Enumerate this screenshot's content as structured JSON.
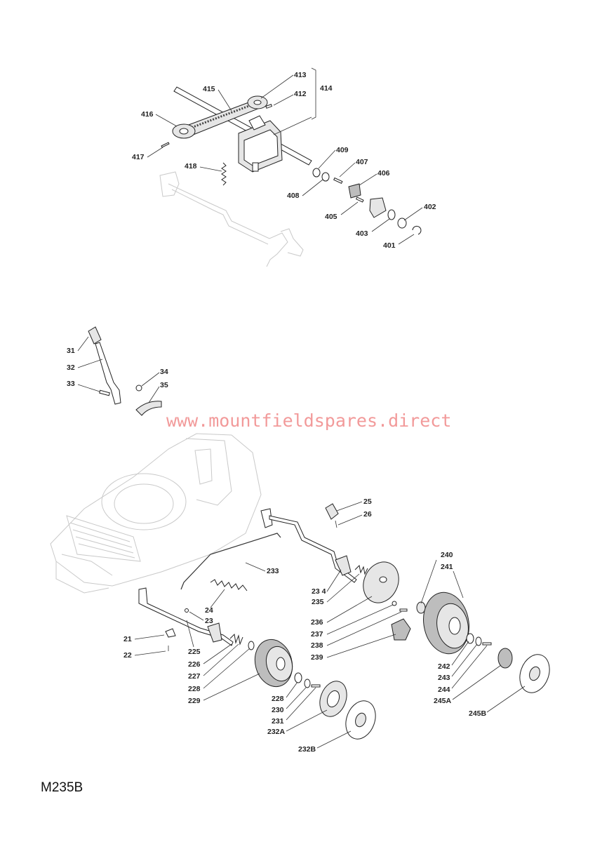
{
  "diagram_code": "M235B",
  "watermark": "www.mountfieldspares.direct",
  "labels": {
    "p401": "401",
    "p402": "402",
    "p403": "403",
    "p405": "405",
    "p406": "406",
    "p407": "407",
    "p408": "408",
    "p409": "409",
    "p412": "412",
    "p413": "413",
    "p414": "414",
    "p415": "415",
    "p416": "416",
    "p417": "417",
    "p418": "418",
    "p31": "31",
    "p32": "32",
    "p33": "33",
    "p34": "34",
    "p35": "35",
    "p25": "25",
    "p26": "26",
    "p233": "233",
    "p234": "23 4",
    "p235": "235",
    "p24": "24",
    "p23": "23",
    "p21": "21",
    "p22": "22",
    "p225": "225",
    "p226": "226",
    "p227": "227",
    "p228a": "228",
    "p229": "229",
    "p236": "236",
    "p237": "237",
    "p238": "238",
    "p239": "239",
    "p240": "240",
    "p241": "241",
    "p242": "242",
    "p243": "243",
    "p244": "244",
    "p245A": "245A",
    "p245B": "245B",
    "p228b": "228",
    "p230": "230",
    "p231": "231",
    "p232A": "232A",
    "p232B": "232B"
  }
}
